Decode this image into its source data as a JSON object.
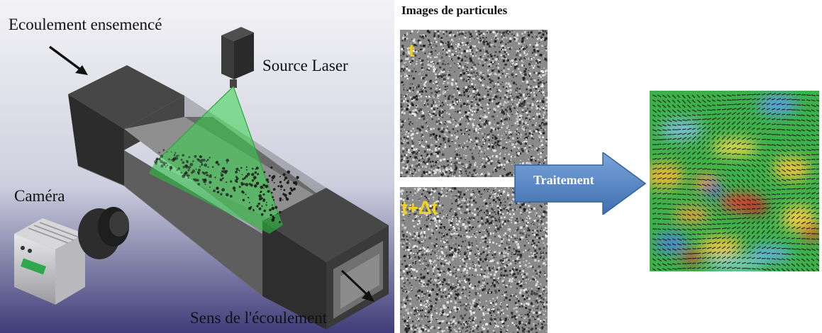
{
  "scene": {
    "label_flow_in": "Ecoulement ensemencé",
    "label_laser": "Source Laser",
    "label_camera": "Caméra",
    "label_flow_direction": "Sens de l'écoulement"
  },
  "images": {
    "title": "Images de particules",
    "frame1_label": "t",
    "frame2_label": "t+Δt"
  },
  "processing": {
    "label": "Traitement"
  },
  "colors": {
    "channel_dark": "#3a3a3a",
    "laser_green": "#33d44b",
    "arrow_blue": "#4f7fbf",
    "label_yellow": "#f2d21a"
  }
}
